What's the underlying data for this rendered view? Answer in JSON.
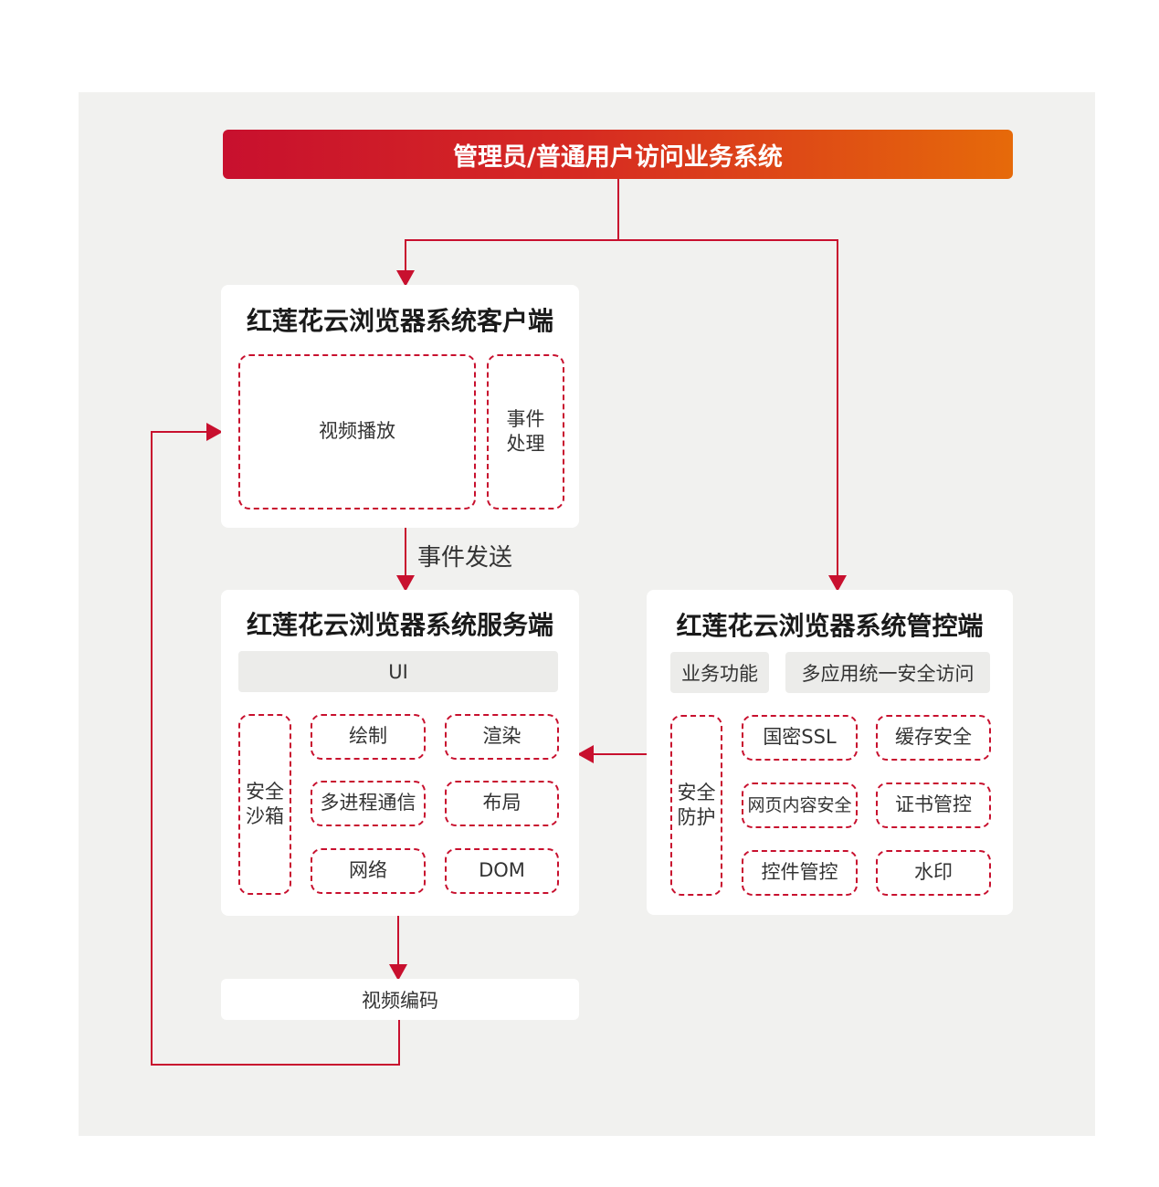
{
  "header": {
    "title": "管理员/普通用户访问业务系统"
  },
  "client": {
    "title": "红莲花云浏览器系统客户端",
    "video_play": "视频播放",
    "event_line1": "事件",
    "event_line2": "处理"
  },
  "event_send_label": "事件发送",
  "server": {
    "title": "红莲花云浏览器系统服务端",
    "ui": "UI",
    "sandbox_line1": "安全",
    "sandbox_line2": "沙箱",
    "modules": [
      "绘制",
      "渲染",
      "多进程通信",
      "布局",
      "网络",
      "DOM"
    ]
  },
  "manager": {
    "title": "红莲花云浏览器系统管控端",
    "business": "业务功能",
    "unified_access": "多应用统一安全访问",
    "protection_line1": "安全",
    "protection_line2": "防护",
    "modules": [
      "国密SSL",
      "缓存安全",
      "网页内容安全",
      "证书管控",
      "控件管控",
      "水印"
    ]
  },
  "video_encode": "视频编码",
  "colors": {
    "accent": "#c8102e",
    "accent_end": "#e66a0a",
    "canvas": "#f1f1ef"
  }
}
